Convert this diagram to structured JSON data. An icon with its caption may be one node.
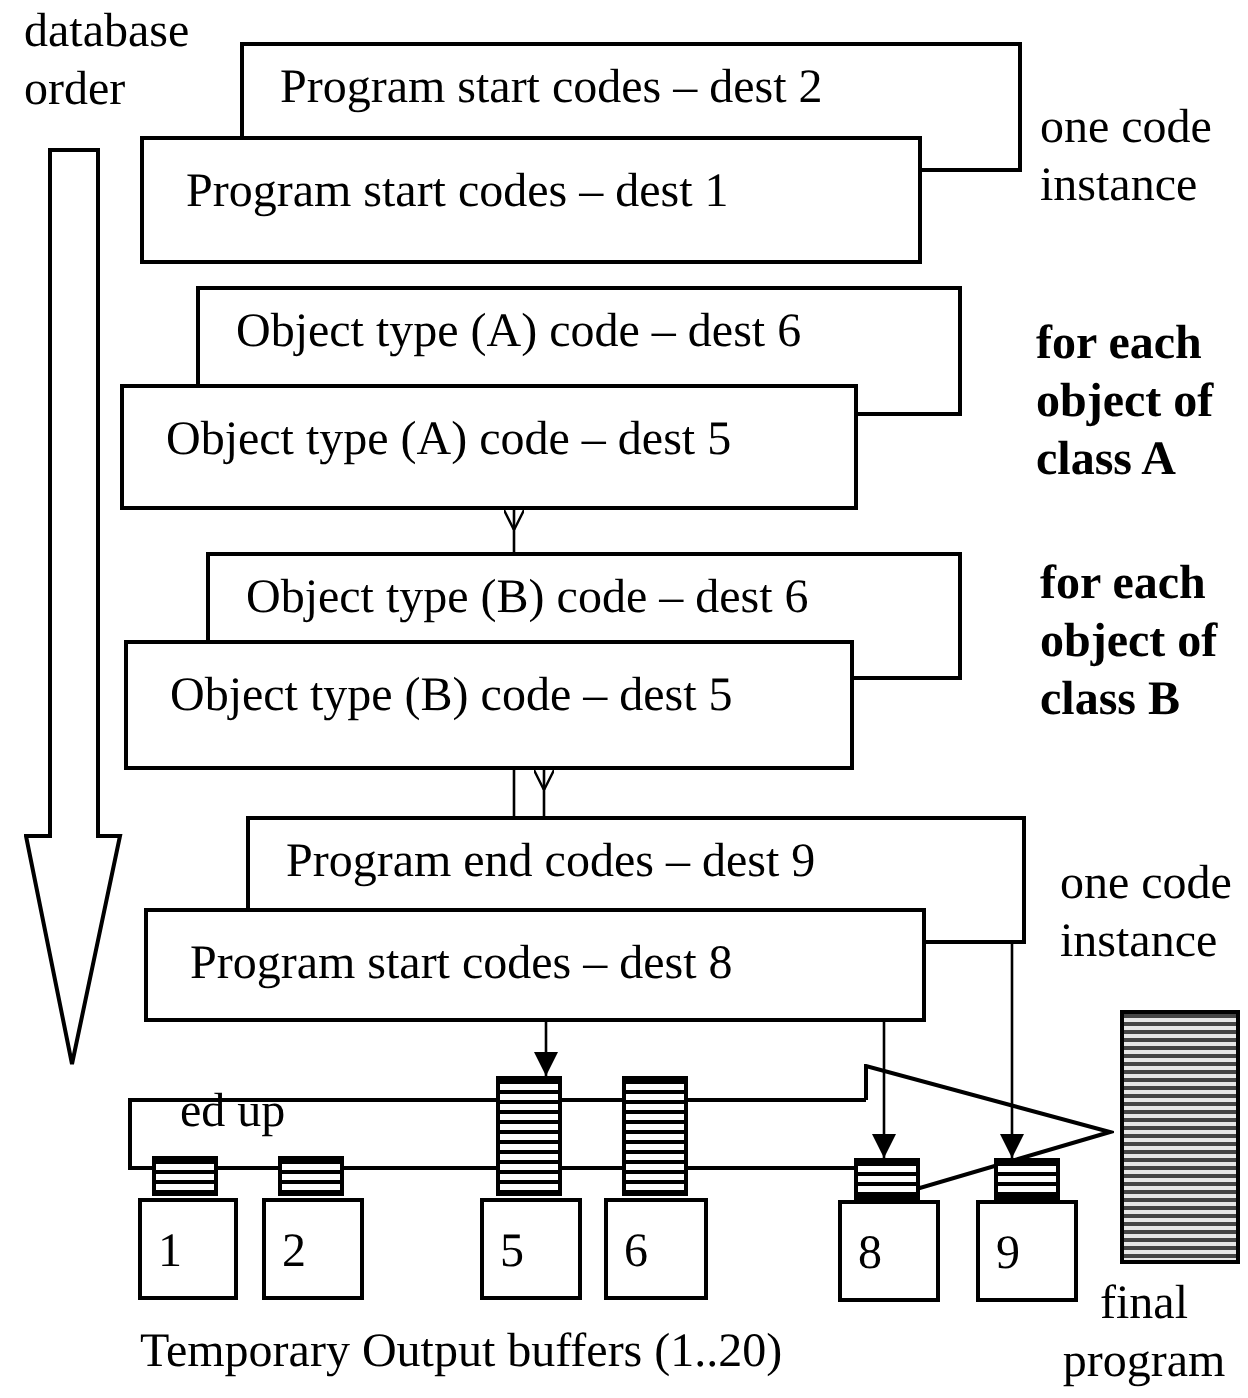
{
  "diagram": {
    "nodes": [
      {
        "text": [
          "Program start codes – dest 2"
        ]
      },
      {
        "text": [
          "Program start codes – dest 1"
        ]
      },
      {
        "text": [
          "Object type (A) code – dest 6"
        ]
      },
      {
        "text": [
          "Object type (A) code – dest 5"
        ]
      },
      {
        "text": [
          "Object type (B) code – dest 6"
        ]
      },
      {
        "text": [
          "Object type (B) code – dest 5"
        ]
      },
      {
        "text": [
          "Program end codes – dest 9"
        ]
      },
      {
        "text": [
          "Program start codes – dest 8"
        ]
      },
      {
        "text": [
          "ed up"
        ]
      },
      {
        "text": [],
        "shape": "stack"
      },
      {
        "text": [],
        "shape": "stack"
      },
      {
        "text": [],
        "shape": "stack"
      },
      {
        "text": [],
        "shape": "stack"
      },
      {
        "text": [],
        "shape": "stack"
      },
      {
        "text": [],
        "shape": "stack"
      },
      {
        "text": [
          "1"
        ]
      },
      {
        "text": [
          "2"
        ]
      },
      {
        "text": [
          "5"
        ]
      },
      {
        "text": [
          "6"
        ]
      },
      {
        "text": [
          "8"
        ]
      },
      {
        "text": [
          "9"
        ]
      },
      {
        "text": [],
        "shape": "stack",
        "beside": [
          "final program"
        ]
      }
    ],
    "edges": [
      {
        "from": 3,
        "to": 4,
        "arrow": "other"
      },
      {
        "from": 5,
        "to": 6,
        "arrow": "none"
      },
      {
        "from": 5,
        "to": 6,
        "arrow": "other"
      },
      {
        "from": 7,
        "to": 11,
        "arrow": "to"
      },
      {
        "from": 7,
        "to": 13,
        "arrow": "to"
      },
      {
        "from": 6,
        "to": 14,
        "arrow": "to"
      }
    ],
    "labels": [
      "database order",
      "one code instance",
      "for each object of class A",
      "for each object of class B",
      "one code instance",
      "Temporary Output buffers (1..20)"
    ]
  }
}
